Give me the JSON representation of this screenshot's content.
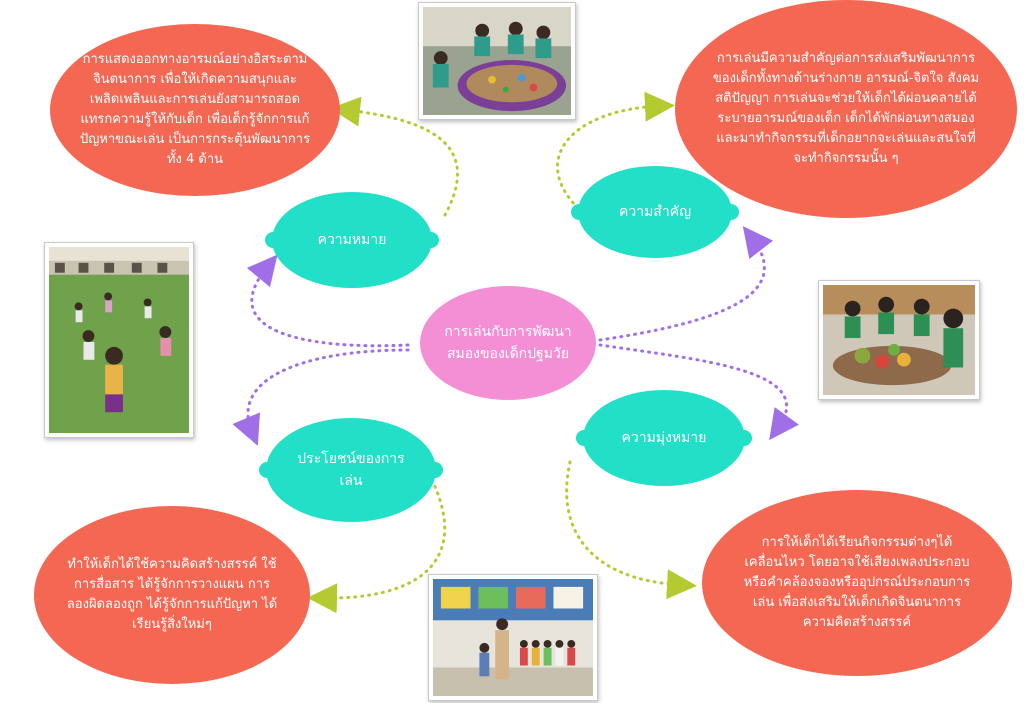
{
  "center": {
    "label": "การเล่นกับการพัฒนาสมองของเด็กปฐมวัย"
  },
  "branches": {
    "meaning": {
      "label": "ความหมาย"
    },
    "importance": {
      "label": "ความสำคัญ"
    },
    "benefits": {
      "label": "ประโยชน์ของการเล่น"
    },
    "goals": {
      "label": "ความมุ่งหมาย"
    }
  },
  "details": {
    "meaning": "การแสดงออกทางอารมณ์อย่างอิสระตามจินตนาการ เพื่อให้เกิดความสนุกและเพลิดเพลินและการเล่นยังสามารถสอดแทรกความรู้ให้กับเด็ก เพื่อเด็กรู้จักการแก้ปัญหาขณะเล่น เป็นการกระตุ้นพัฒนาการทั้ง 4 ด้าน",
    "importance": "การเล่นมีความสำคัญต่อการส่งเสริมพัฒนาการของเด็กทั้งทางด้านร่างกาย อารมณ์-จิตใจ สังคม สติปัญญา การเล่นจะช่วยให้เด็กได้ผ่อนคลายได้ระบายอารมณ์ของเด็ก เด็กได้พักผ่อนทางสมองและมาทำกิจกรรมที่เด็กอยากจะเล่นและสนใจที่จะทำกิจกรรมนั้น ๆ",
    "benefits": "ทำให้เด็กได้ใช้ความคิดสร้างสรรค์ ใช้การสื่อสาร ได้รู้จักการวางแผน การลองผิดลองถูก ได้รู้จักการแก้ปัญหา ได้เรียนรู้สิ่งใหม่ๆ",
    "goals": "การให้เด็กได้เรียนกิจกรรมต่างๆได้เคลื่อนไหว โดยอาจใช้เสียงเพลงประกอบหรือคำคล้องจองหรืออุปกรณ์ประกอบการเล่น เพื่อส่งเสริมให้เด็กเกิดจินตนาการ ความคิดสร้างสรรค์"
  },
  "colors": {
    "detail_bubble": "#f46853",
    "branch_bubble": "#22e0c8",
    "center_bubble": "#f48fd6",
    "connector_green": "#b5c930",
    "connector_purple": "#a06ee6"
  },
  "photos": [
    {
      "name": "sandbox-play-photo"
    },
    {
      "name": "outdoor-play-photo"
    },
    {
      "name": "craft-table-photo"
    },
    {
      "name": "classroom-line-photo"
    }
  ]
}
